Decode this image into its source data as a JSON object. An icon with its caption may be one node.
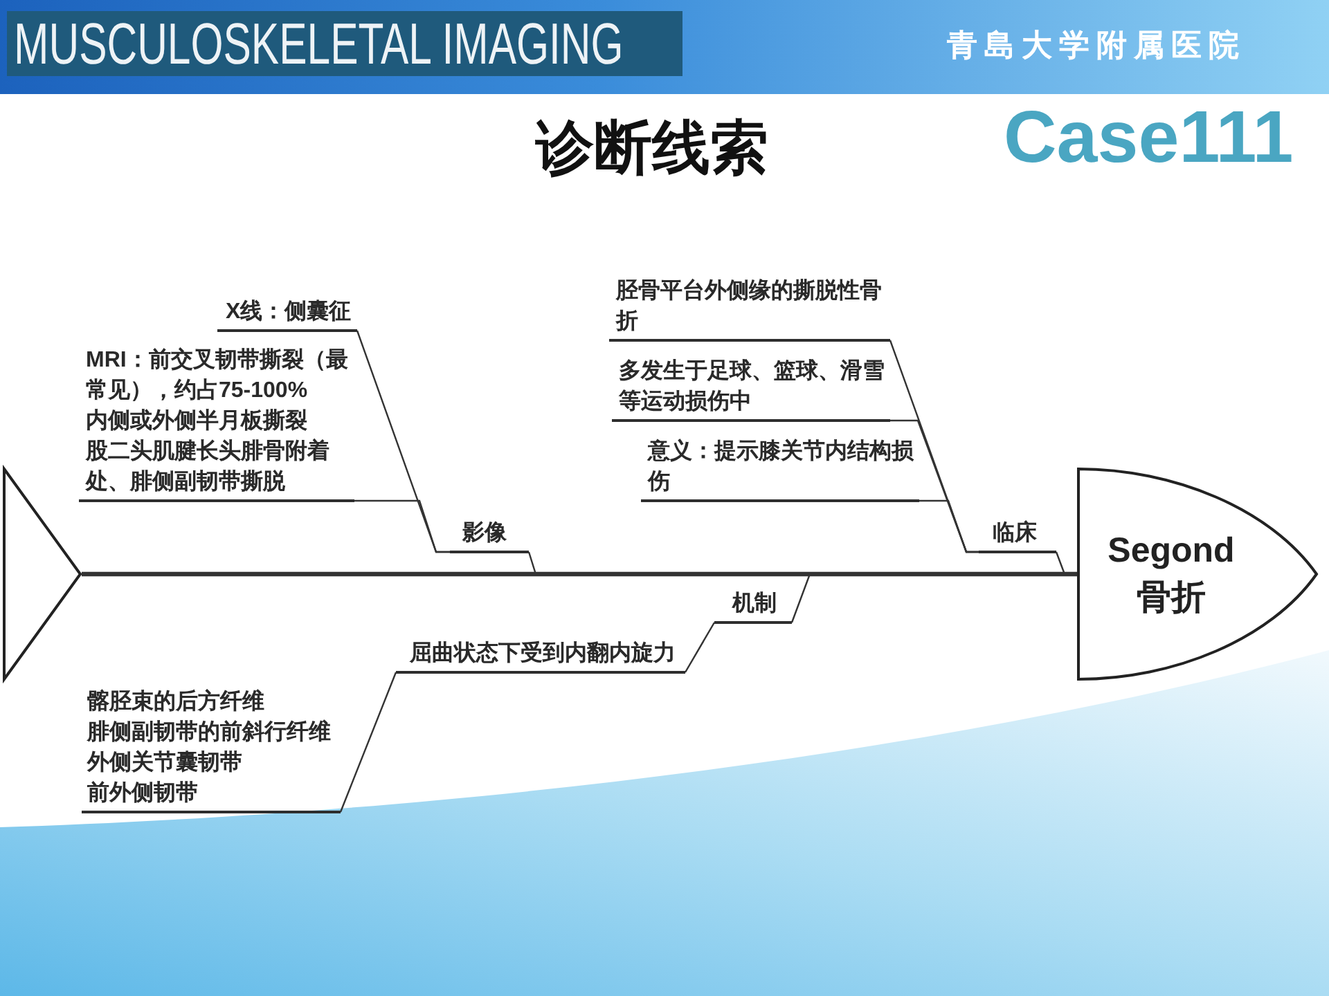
{
  "diagram": {
    "title": "诊断线索",
    "nodes": [
      {
        "text": [],
        "shape": "triangle"
      },
      {
        "text": [
          "X线：侧囊征"
        ]
      },
      {
        "text": [
          "MRI：前交叉韧带撕裂（最常见），约占75-100%",
          "内侧或外侧半月板撕裂",
          "股二头肌腱长头腓骨附着处、腓侧副韧带撕脱"
        ]
      },
      {
        "text": [
          "影像"
        ]
      },
      {
        "text": [
          "胫骨平台外侧缘的撕脱性骨折"
        ]
      },
      {
        "text": [
          "多发生于足球、篮球、滑雪等运动损伤中"
        ]
      },
      {
        "text": [
          "意义：提示膝关节内结构损伤"
        ]
      },
      {
        "text": [
          "临床"
        ]
      },
      {
        "text": [
          "机制"
        ]
      },
      {
        "text": [
          "屈曲状态下受到内翻内旋力"
        ]
      },
      {
        "text": [
          "髂胫束的后方纤维",
          "腓侧副韧带的前斜行纤维",
          "外侧关节囊韧带",
          "前外侧韧带"
        ]
      },
      {
        "text": [
          "Segond 骨折"
        ]
      }
    ],
    "edges": [
      {
        "from": 0,
        "to": 11,
        "arrow": "none",
        "style": "thick"
      },
      {
        "from": 1,
        "to": 3,
        "arrow": "none"
      },
      {
        "from": 2,
        "to": 3,
        "arrow": "none"
      },
      {
        "from": 3,
        "to": 11,
        "arrow": "none"
      },
      {
        "from": 4,
        "to": 7,
        "arrow": "none"
      },
      {
        "from": 5,
        "to": 7,
        "arrow": "none"
      },
      {
        "from": 6,
        "to": 7,
        "arrow": "none"
      },
      {
        "from": 7,
        "to": 11,
        "arrow": "none"
      },
      {
        "from": 10,
        "to": 9,
        "arrow": "none"
      },
      {
        "from": 9,
        "to": 8,
        "arrow": "none"
      },
      {
        "from": 8,
        "to": 11,
        "arrow": "none"
      }
    ],
    "labels": [
      "MUSCULOSKELETAL IMAGING",
      "青島大学附属医院",
      "Case111"
    ]
  }
}
